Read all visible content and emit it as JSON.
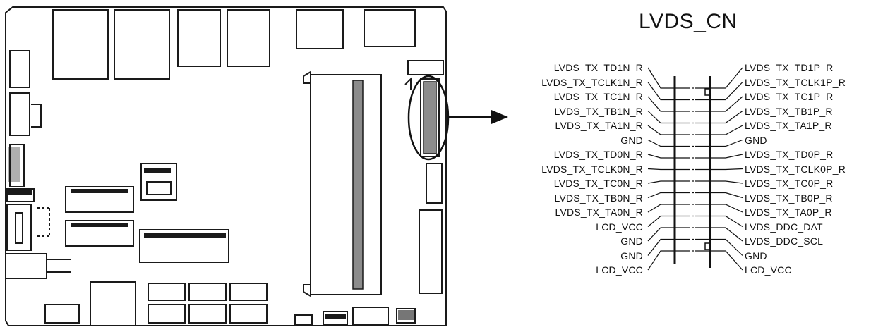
{
  "connector": {
    "title": "LVDS_CN",
    "left_pins": [
      "LVDS_TX_TD1N_R",
      "LVDS_TX_TCLK1N_R",
      "LVDS_TX_TC1N_R",
      "LVDS_TX_TB1N_R",
      "LVDS_TX_TA1N_R",
      "GND",
      "LVDS_TX_TD0N_R",
      "LVDS_TX_TCLK0N_R",
      "LVDS_TX_TC0N_R",
      "LVDS_TX_TB0N_R",
      "LVDS_TX_TA0N_R",
      "LCD_VCC",
      "GND",
      "GND",
      "LCD_VCC"
    ],
    "right_pins": [
      "LVDS_TX_TD1P_R",
      "LVDS_TX_TCLK1P_R",
      "LVDS_TX_TC1P_R",
      "LVDS_TX_TB1P_R",
      "LVDS_TX_TA1P_R",
      "GND",
      "LVDS_TX_TD0P_R",
      "LVDS_TX_TCLK0P_R",
      "LVDS_TX_TC0P_R",
      "LVDS_TX_TB0P_R",
      "LVDS_TX_TA0P_R",
      "LVDS_DDC_DAT",
      "LVDS_DDC_SCL",
      "GND",
      "LCD_VCC"
    ]
  },
  "colors": {
    "line": "#1a1a1a",
    "connector_fill": "#8c8c8c",
    "background": "#ffffff"
  }
}
